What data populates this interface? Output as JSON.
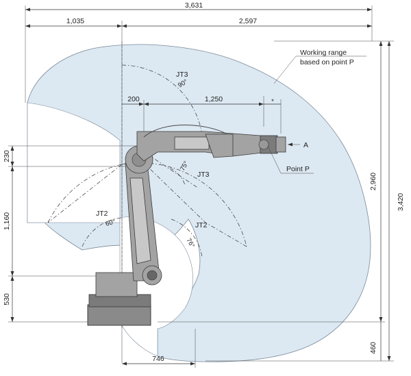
{
  "dimensions": {
    "overall_width": "3,631",
    "rear_width": "1,035",
    "front_width": "2,597",
    "offset_200": "200",
    "offset_1250": "1,250",
    "star_mark": "*",
    "base_width": "746",
    "overall_height": "3,420",
    "reach_height": "2,960",
    "vertical_230": "230",
    "vertical_1160": "1,160",
    "vertical_530": "530",
    "vertical_460": "460"
  },
  "labels": {
    "working_range_line1": "Working range",
    "working_range_line2": "based on point P",
    "point_p": "Point P",
    "marker_a": "A",
    "jt3_top": "JT3",
    "jt3_top_angle": "90°",
    "jt3_mid": "JT3",
    "jt3_mid_angle": "75°",
    "jt2_left": "JT2",
    "jt2_left_angle": "60°",
    "jt2_right": "JT2",
    "jt2_right_angle": "76°"
  },
  "colors": {
    "working_range_fill": "#dce8f2",
    "working_range_stroke": "#7a8a99",
    "robot_body": "#a3a3a3",
    "line": "#333333"
  }
}
